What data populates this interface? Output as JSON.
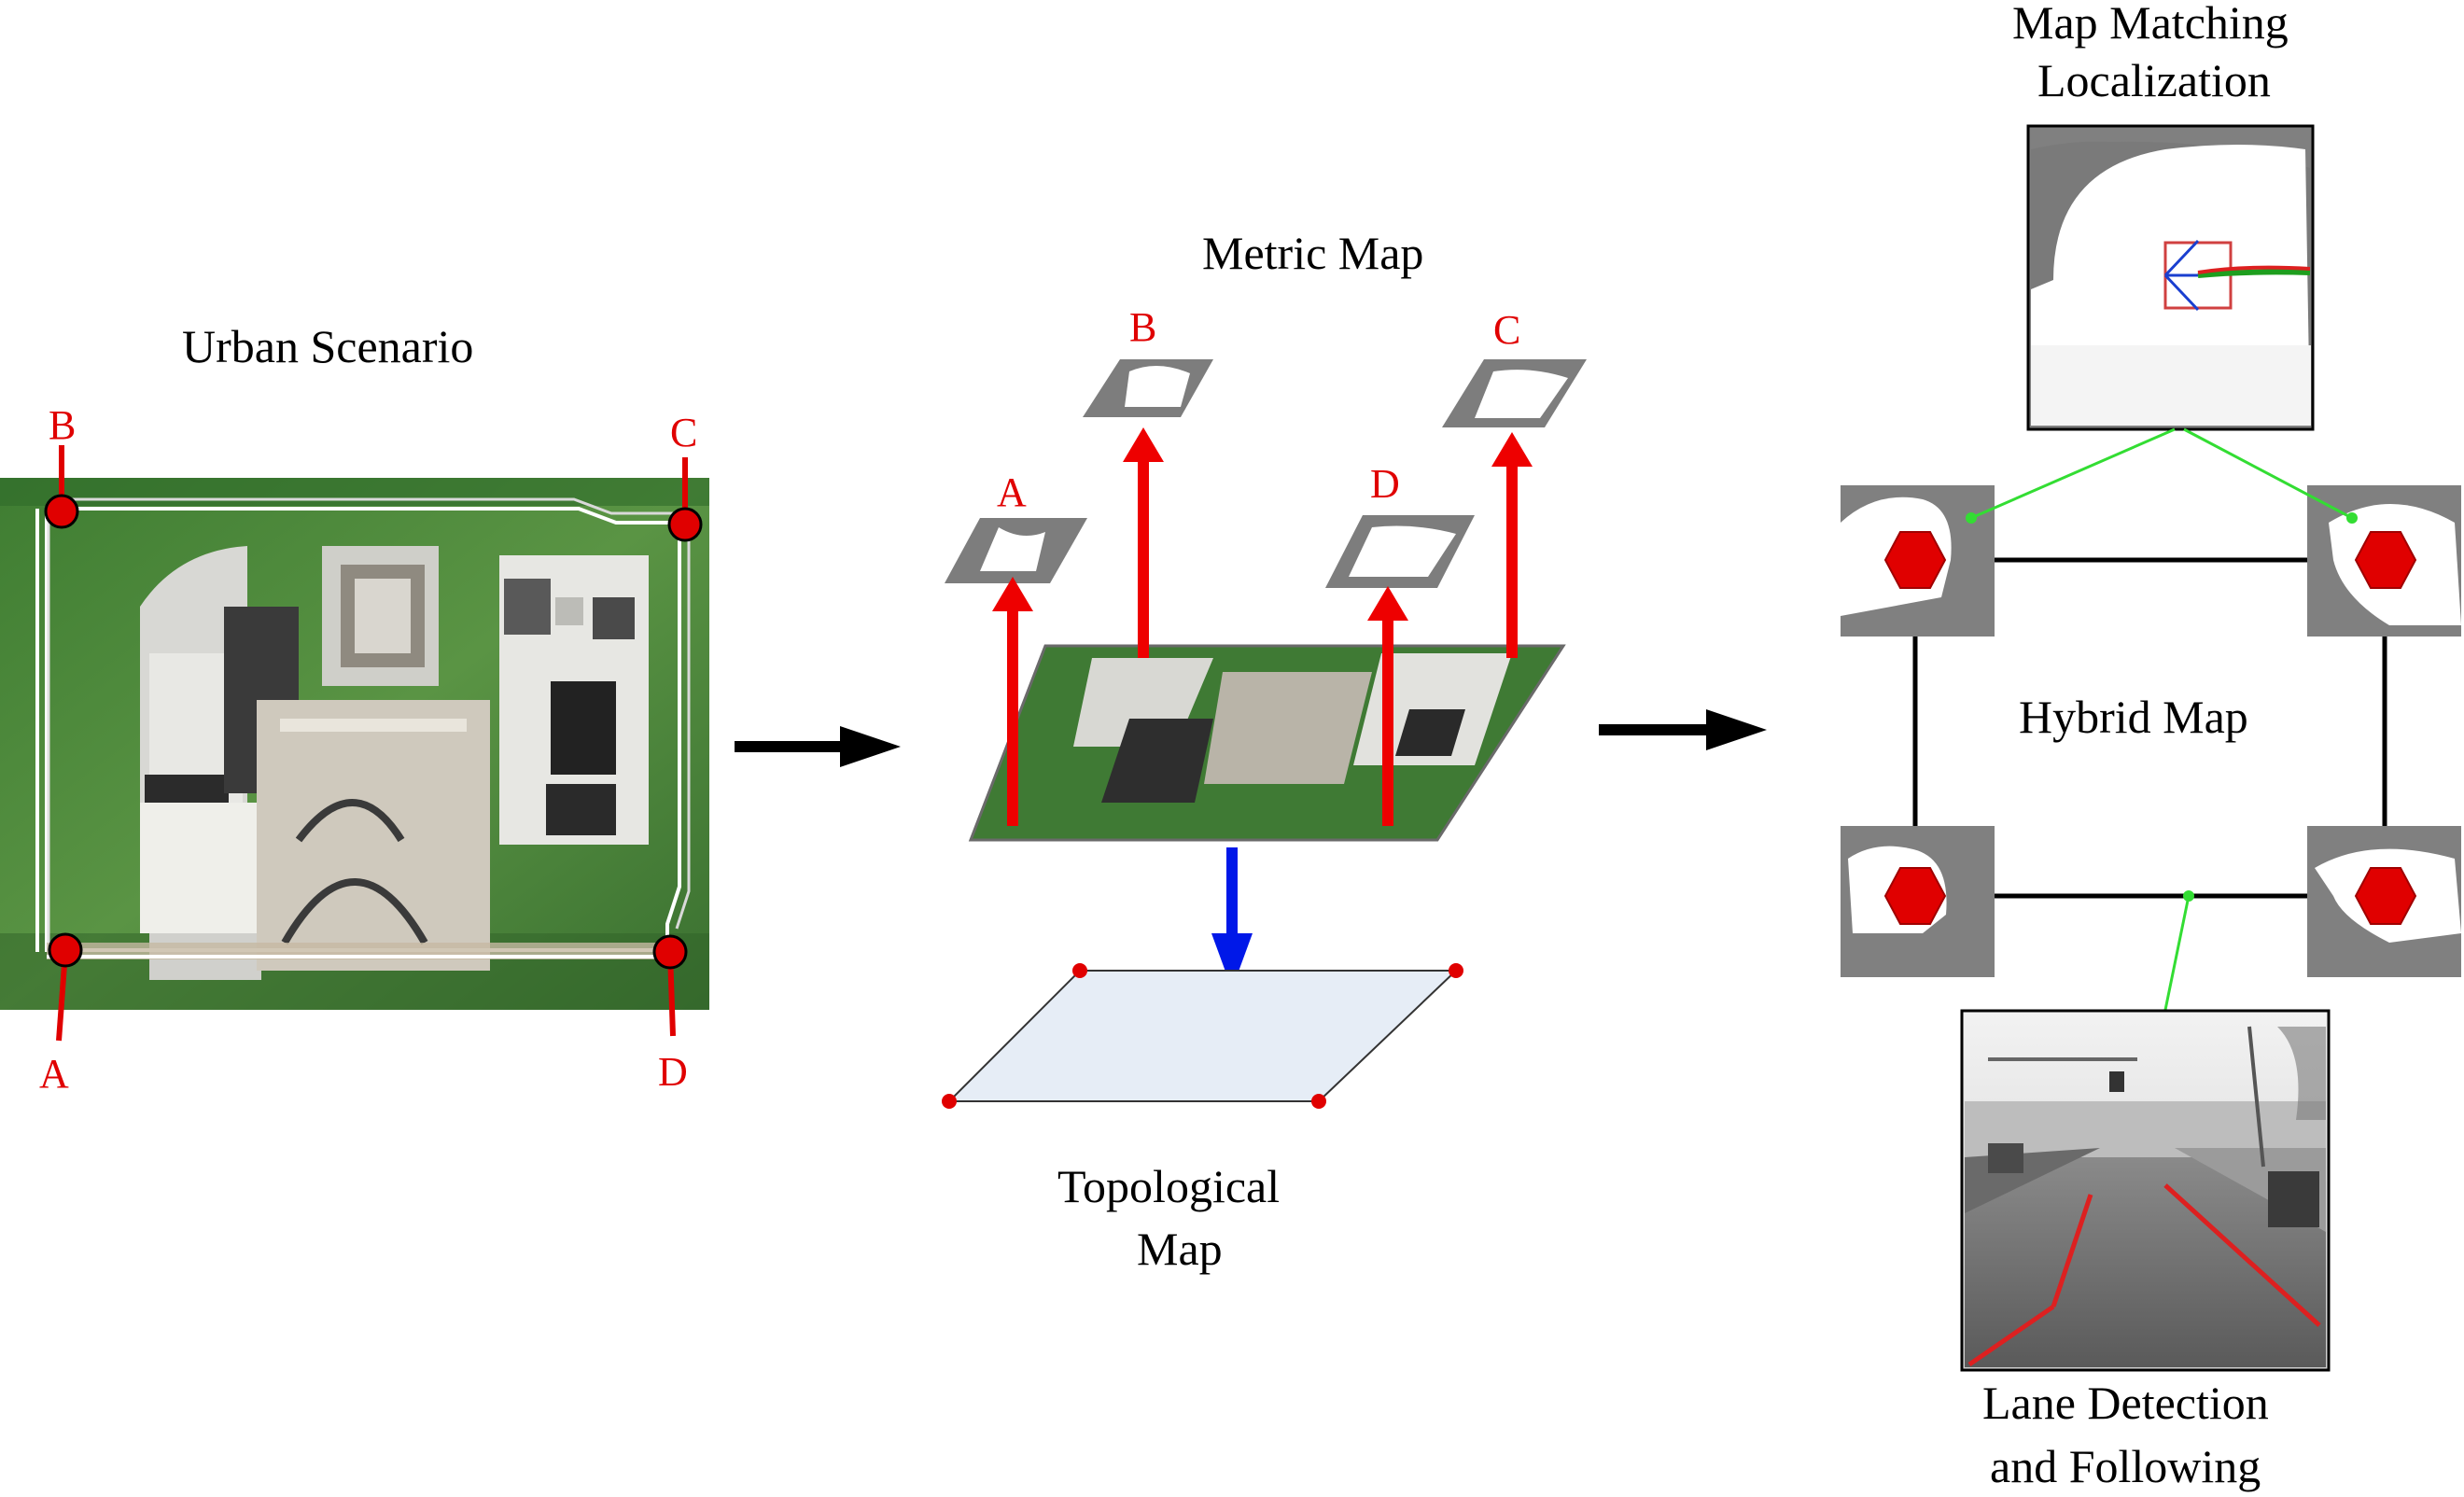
{
  "panels": {
    "urban": {
      "title": "Urban Scenario"
    },
    "metric": {
      "title": "Metric Map"
    },
    "topological": {
      "title_line1": "Topological",
      "title_line2": "Map"
    },
    "hybrid": {
      "title": "Hybrid Map"
    },
    "matching": {
      "title_line1": "Map Matching",
      "title_line2": "Localization"
    },
    "lane": {
      "title_line1": "Lane Detection",
      "title_line2": "and Following"
    }
  },
  "points": {
    "a": "A",
    "b": "B",
    "c": "C",
    "d": "D"
  },
  "colors": {
    "point_red": "#e00000",
    "arrow_red": "#ee0000",
    "arrow_blue": "#0018e8",
    "connector_green": "#33dd33",
    "aerial_green": "#4f8a3a",
    "topo_fill": "#e6edf6"
  }
}
